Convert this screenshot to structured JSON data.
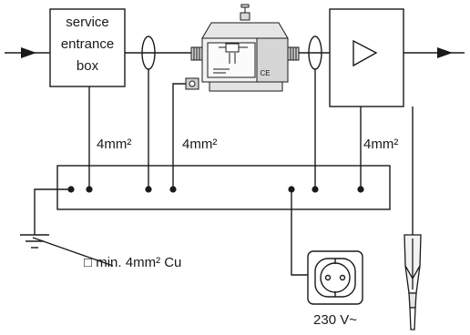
{
  "diagram": {
    "service_box_line1": "service",
    "service_box_line2": "entrance",
    "service_box_line3": "box",
    "wire_label_left": "4mm²",
    "wire_label_middle": "4mm²",
    "wire_label_right": "4mm²",
    "ground_note": "□ min. 4mm² Cu",
    "socket_label": "230 V~",
    "arrester_label": "CE"
  },
  "colors": {
    "line": "#1a1a1a",
    "device_fill": "#f2f2f2",
    "device_shade": "#cfcfcf"
  }
}
